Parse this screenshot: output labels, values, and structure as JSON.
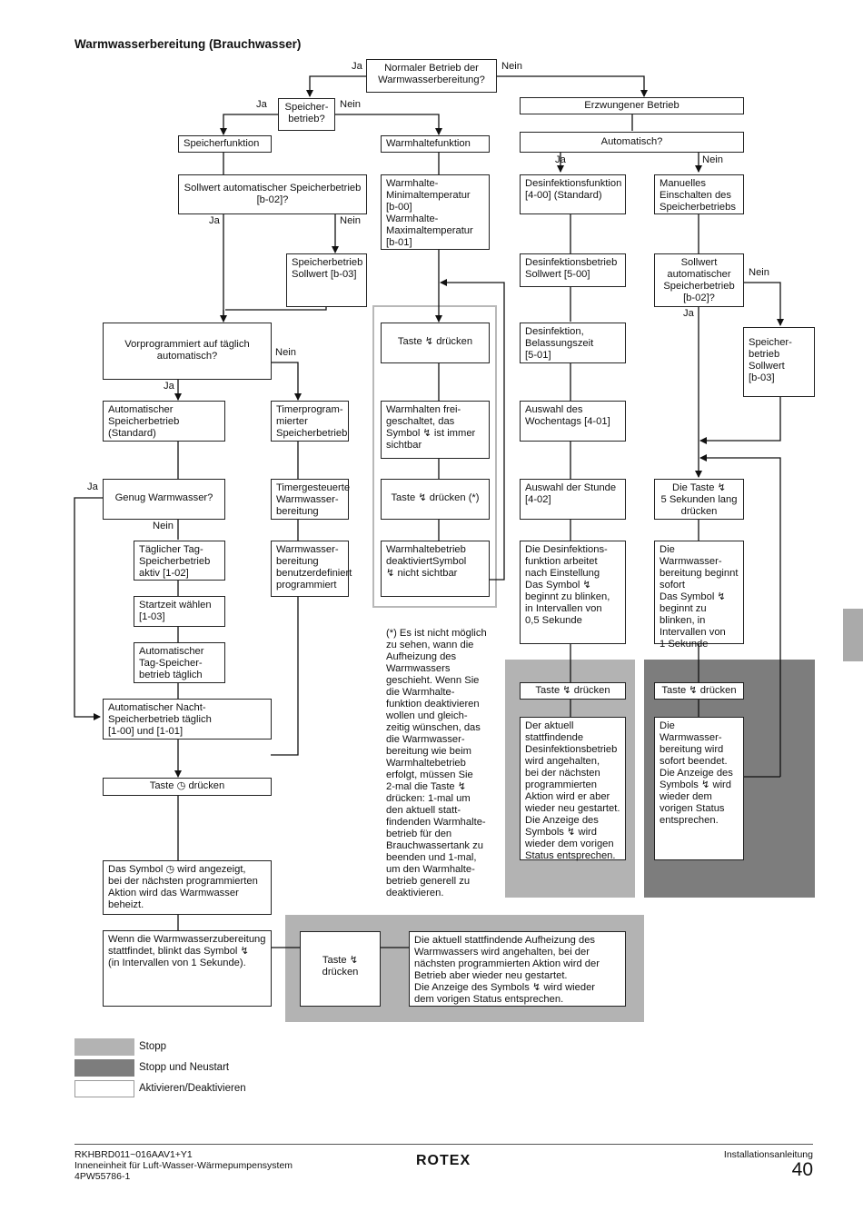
{
  "title": "Warmwasserbereitung (Brauchwasser)",
  "labels": {
    "yes": "Ja",
    "no": "Nein"
  },
  "boxes": {
    "q_normal": "Normaler Betrieb der\nWarmwasserbereitung?",
    "q_speicher": "Speicher-\nbetrieb?",
    "erzwungen": "Erzwungener Betrieb",
    "speicherfunktion": "Speicherfunktion",
    "warmhaltefunktion": "Warmhaltefunktion",
    "q_automatisch": "Automatisch?",
    "q_sollwert_auto": "Sollwert automatischer Speicherbetrieb\n[b-02]?",
    "warmhalte_temps": "Warmhalte-\nMinimaltemperatur\n[b-00]\nWarmhalte-\nMaximaltemperatur\n[b-01]",
    "desinfektionsfunktion": "Desinfektionsfunktion\n[4-00] (Standard)",
    "manuell": "Manuelles\nEinschalten des\nSpeicherbetriebs",
    "speicher_sollwert_l": "Speicherbetrieb\nSollwert [b-03]",
    "desinf_sollwert": "Desinfektionsbetrieb\nSollwert [5-00]",
    "q_sollwert_auto_r": "Sollwert\nautomatischer\nSpeicherbetrieb\n[b-02]?",
    "q_vorprogrammiert": "Vorprogrammiert auf täglich\nautomatisch?",
    "taste_warmhalte1": "Taste ↯ drücken",
    "desinf_zeit": "Desinfektion,\nBelassungszeit\n[5-01]",
    "speicher_sollwert_r": "Speicher-\nbetrieb\nSollwert\n[b-03]",
    "auto_speicher": "Automatischer\nSpeicherbetrieb\n(Standard)",
    "timer_speicher": "Timerprogram-\nmierter\nSpeicherbetrieb",
    "warmhalten_frei": "Warmhalten frei-\ngeschaltet, das\nSymbol ↯ ist immer\nsichtbar",
    "wochentag": "Auswahl des\nWochentags [4-01]",
    "q_genug": "Genug Warmwasser?",
    "timer_gesteuert": "Timergesteuerte\nWarmwasser-\nbereitung",
    "taste_warmhalte2": "Taste ↯ drücken (*)",
    "stunde": "Auswahl der Stunde\n[4-02]",
    "taste_5sek": "Die Taste ↯\n5 Sekunden lang\ndrücken",
    "taeglich_tag": "Täglicher Tag-\nSpeicherbetrieb\naktiv [1-02]",
    "ww_benutzer": "Warmwasser-\nbereitung\nbenutzerdefiniert\nprogrammiert",
    "warmhalte_deakt": "Warmhaltebetrieb\ndeaktiviertSymbol\n↯ nicht sichtbar",
    "desinf_arbeitet": "Die Desinfektions-\nfunktion arbeitet\nnach Einstellung\nDas Symbol ↯\nbeginnt zu blinken,\nin Intervallen von\n0,5 Sekunde",
    "ww_beginnt": "Die Warmwasser-\nbereitung beginnt\nsofort\nDas Symbol ↯\nbeginnt zu\nblinken, in\nIntervallen von\n1 Sekunde",
    "startzeit": "Startzeit wählen\n[1-03]",
    "auto_tag_speicher": "Automatischer\nTag-Speicher-\nbetrieb täglich",
    "taste_stopp_desinf": "Taste ↯ drücken",
    "taste_stopp_manuell": "Taste ↯ drücken",
    "auto_nacht": "Automatischer Nacht-\nSpeicherbetrieb täglich\n[1-00] und [1-01]",
    "desinf_angehalten": "Der aktuell\nstattfindende\nDesinfektionsbetrieb\nwird angehalten,\nbei der nächsten\nprogrammierten\nAktion wird er aber\nwieder neu gestartet.\nDie Anzeige des\nSymbols ↯ wird\nwieder dem vorigen\nStatus entsprechen.",
    "ww_beendet": "Die Warmwasser-\nbereitung wird\nsofort beendet.\nDie Anzeige des\nSymbols ↯ wird\nwieder dem\nvorigen Status\nentsprechen.",
    "taste_uhr": "Taste ◷ drücken",
    "symbol_uhr": "Das Symbol ◷ wird angezeigt,\nbei der nächsten programmierten\nAktion wird das Warmwasser\nbeheizt.",
    "ww_blinkt": "Wenn die Warmwasserzubereitung\nstattfindet, blinkt das Symbol ↯\n(in Intervallen von 1 Sekunde).",
    "taste_stopp_bottom": "Taste ↯\ndrücken",
    "aufheizung_angehalten": "Die aktuell stattfindende Aufheizung des\nWarmwassers wird angehalten, bei der\nnächsten programmierten Aktion wird der\nBetrieb aber wieder neu gestartet.\nDie Anzeige des Symbols ↯ wird wieder\ndem vorigen Status entsprechen."
  },
  "note": "(*) Es ist nicht möglich\nzu sehen, wann die\nAufheizung des\nWarmwassers\ngeschieht. Wenn Sie\ndie Warmhalte-\nfunktion deaktivieren\nwollen und gleich-\nzeitig wünschen, das\ndie Warmwasser-\nbereitung wie beim\nWarmhaltebetrieb\nerfolgt, müssen Sie\n2-mal die Taste ↯\ndrücken: 1-mal um\nden aktuell statt-\nfindenden Warmhalte-\nbetrieb für den\nBrauchwassertank zu\nbeenden und 1-mal,\num den Warmhalte-\nbetrieb generell zu\ndeaktivieren.",
  "legend": [
    {
      "label": "Stopp",
      "color": "#b3b3b3"
    },
    {
      "label": "Stopp und Neustart",
      "color": "#7d7d7d"
    },
    {
      "label": "Aktivieren/Deaktivieren",
      "color": "#ffffff"
    }
  ],
  "footer": {
    "left": "RKHBRD011~016AAV1+Y1\nInneneinheit für Luft-Wasser-Wärmepumpensystem\n4PW55786-1",
    "logo": "ROTEX",
    "doc": "Installationsanleitung",
    "page": "40"
  },
  "colors": {
    "stop": "#b3b3b3",
    "stop_restart": "#7d7d7d",
    "line": "#111111"
  }
}
